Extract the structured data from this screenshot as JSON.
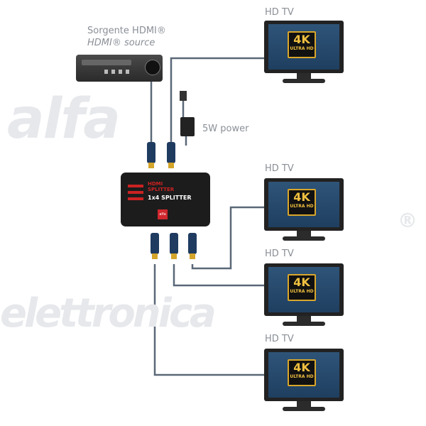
{
  "source": {
    "label_it": "Sorgente HDMI®",
    "label_en": "HDMI® source"
  },
  "power": {
    "label": "5W power"
  },
  "splitter": {
    "title_line1": "HDMI",
    "title_line2": "SPLITTER",
    "model": "1x4 SPLITTER",
    "logo_text": "alfa"
  },
  "tvs": [
    {
      "label": "HD TV",
      "badge": "4K",
      "badge_sub": "ULTRA HD"
    },
    {
      "label": "HD TV",
      "badge": "4K",
      "badge_sub": "ULTRA HD"
    },
    {
      "label": "HD TV",
      "badge": "4K",
      "badge_sub": "ULTRA HD"
    },
    {
      "label": "HD TV",
      "badge": "4K",
      "badge_sub": "ULTRA HD"
    }
  ],
  "watermark": {
    "line1": "alfa",
    "line2": "elettronica",
    "mark": "®"
  },
  "colors": {
    "cable": "#5a6878",
    "connector": "#1f3b60",
    "splitter_red": "#d0262d",
    "badge_gold": "#d9a62b"
  }
}
